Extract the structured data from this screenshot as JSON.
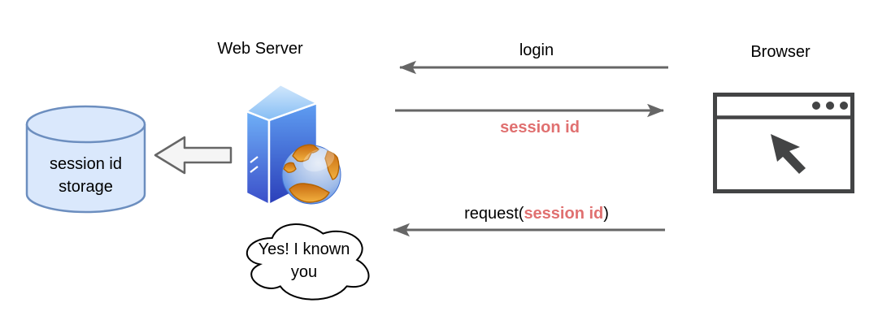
{
  "diagram": {
    "nodes": {
      "web_server": {
        "label": "Web Server"
      },
      "browser": {
        "label": "Browser"
      },
      "storage": {
        "label_line1": "session id",
        "label_line2": "storage"
      },
      "thought_cloud": {
        "label_line1": "Yes! I known",
        "label_line2": "you"
      }
    },
    "messages": {
      "login": {
        "label": "login",
        "direction": "browser-to-server"
      },
      "session_id": {
        "label": "session id",
        "direction": "server-to-browser"
      },
      "request": {
        "prefix": "request(",
        "highlight": "session id",
        "suffix": ")",
        "direction": "browser-to-server"
      }
    },
    "colors": {
      "highlight_text": "#e07070",
      "arrow": "#666666",
      "storage_fill": "#dae8fc",
      "storage_stroke": "#6c8ebf",
      "icon_dark": "#434445"
    }
  }
}
